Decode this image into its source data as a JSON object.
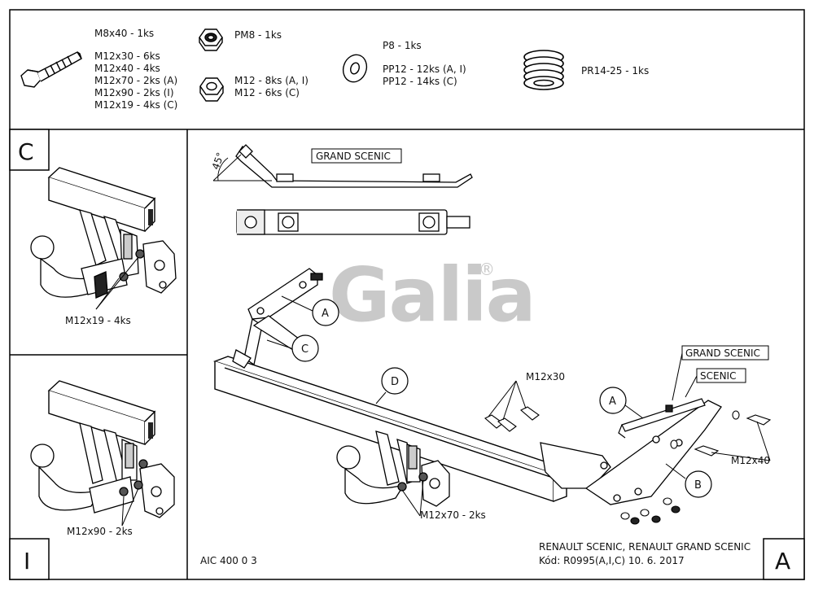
{
  "parts": {
    "bolt_top": "M8x40 - 1ks",
    "bolt_list": [
      "M12x30 - 6ks",
      "M12x40 - 4ks",
      "M12x70 - 2ks (A)",
      "M12x90 - 2ks (I)",
      "M12x19 - 4ks (C)"
    ],
    "nut_pm8": "PM8 - 1ks",
    "nut_m12": [
      "M12 - 8ks (A, I)",
      "M12 - 6ks (C)"
    ],
    "washer_p8": "P8 - 1ks",
    "washer_pp12": [
      "PP12 - 12ks (A, I)",
      "PP12 - 14ks (C)"
    ],
    "spring": "PR14-25 - 1ks"
  },
  "panel_c": {
    "letter": "C",
    "bolt_label": "M12x19 - 4ks"
  },
  "panel_i": {
    "letter": "I",
    "bolt_label": "M12x90 - 2ks"
  },
  "main": {
    "letter": "A",
    "angle": "45°",
    "bracket_label": "GRAND SCENIC",
    "watermark": "Galia",
    "watermark_reg": "®",
    "callouts": {
      "a1": "A",
      "c": "C",
      "d": "D",
      "a2": "A",
      "b": "B"
    },
    "label_m12x30": "M12x30",
    "label_m12x40": "M12x40",
    "label_m12x70": "M12x70 - 2ks",
    "label_grand_scenic": "GRAND SCENIC",
    "label_scenic": "SCENIC",
    "drawing_code": "AIC 400 0 3",
    "title_line1": "RENAULT SCENIC, RENAULT GRAND SCENIC",
    "title_line2": "Kód: R0995(A,I,C)  10. 6. 2017"
  }
}
